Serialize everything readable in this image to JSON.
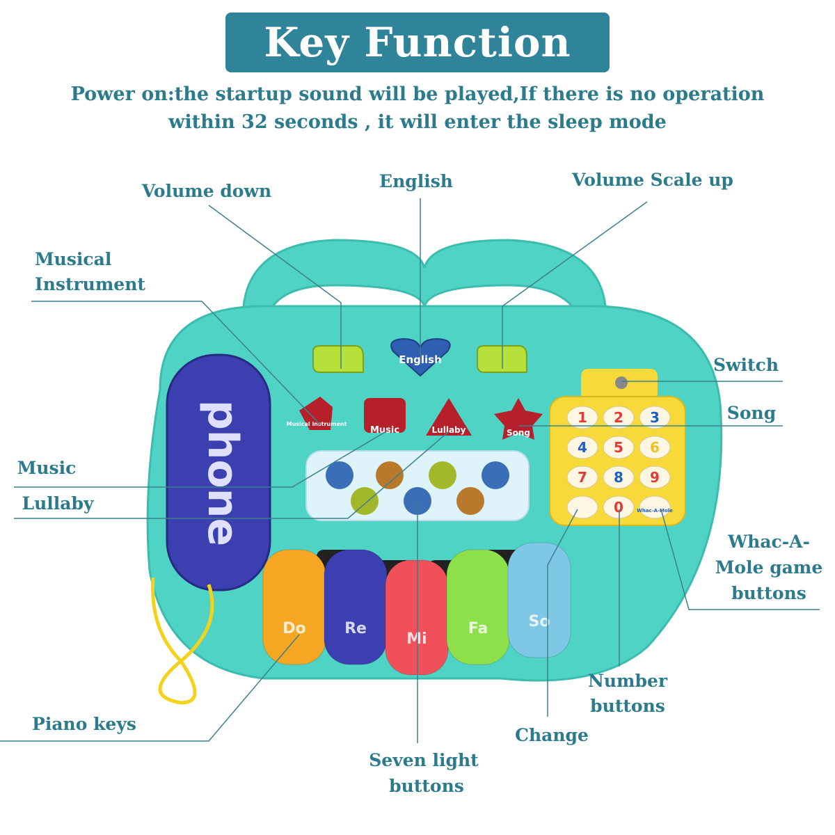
{
  "title": "Key Function",
  "subtitle": [
    "Power on:the startup sound will be played,If there is no operation",
    "within 32 seconds , it will enter the sleep mode"
  ],
  "labels": {
    "volume_down": "Volume down",
    "english": "English",
    "volume_up": "Volume Scale up",
    "musical_instrument": [
      "Musical",
      "Instrument"
    ],
    "switch": "Switch",
    "song": "Song",
    "music": "Music",
    "lullaby": "Lullaby",
    "whac_a_mole": [
      "Whac-A-",
      "Mole game",
      "buttons"
    ],
    "number_buttons": [
      "Number",
      "buttons"
    ],
    "change": "Change",
    "piano_keys": "Piano keys",
    "seven_light": [
      "Seven light",
      "buttons"
    ]
  },
  "toy": {
    "english_button": "English",
    "phone_text": "phone",
    "mode_buttons": [
      "Musical instrument",
      "Music",
      "Lullaby",
      "Song"
    ],
    "piano_keys": [
      "Do",
      "Re",
      "Mi",
      "Fa",
      "So"
    ],
    "number_keys": [
      "1",
      "2",
      "3",
      "4",
      "5",
      "6",
      "7",
      "8",
      "9",
      "",
      "0",
      "Whac-A-Mole"
    ],
    "colors": {
      "body": "#4fd3c4",
      "phone": "#3b3fb0",
      "keypad": "#f7d93a",
      "mode_button": "#b5202a",
      "accent": "#2f8499"
    }
  }
}
